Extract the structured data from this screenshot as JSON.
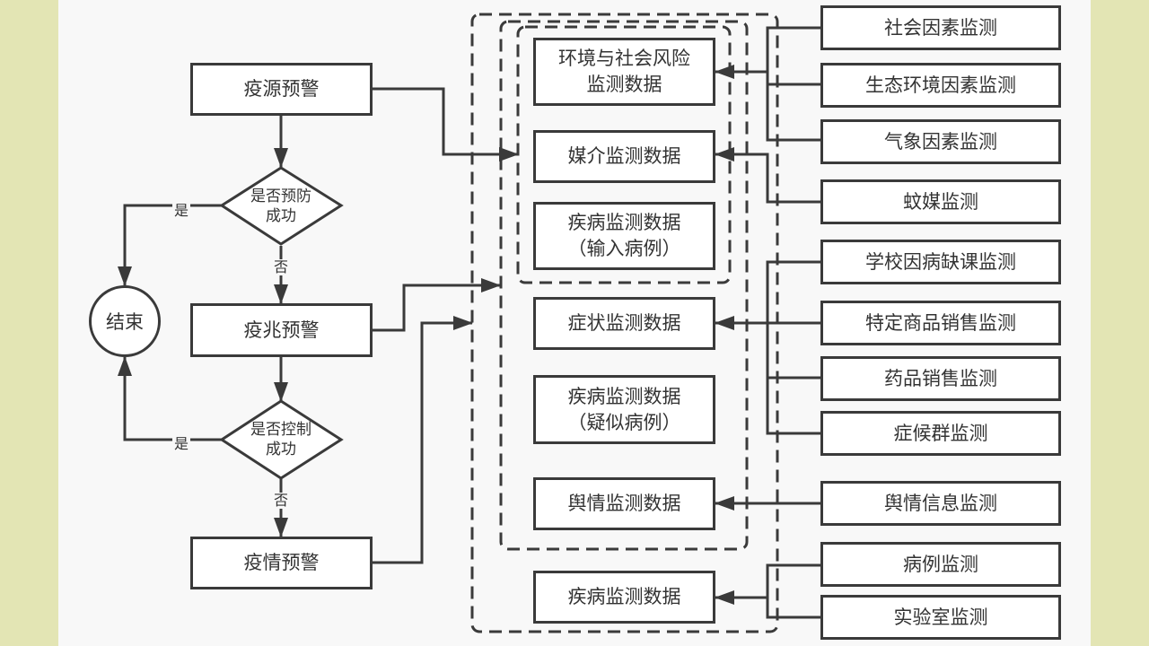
{
  "flow": {
    "source_warning": "疫源预警",
    "decision_prevent": [
      "是否预防",
      "成功"
    ],
    "sign_warning": "疫兆预警",
    "decision_control": [
      "是否控制",
      "成功"
    ],
    "epidemic_warning": "疫情预警",
    "end": "结束",
    "yes": "是",
    "no": "否"
  },
  "data_boxes": {
    "env_social": [
      "环境与社会风险",
      "监测数据"
    ],
    "vector": "媒介监测数据",
    "disease_imported": [
      "疾病监测数据",
      "（输入病例）"
    ],
    "symptom": "症状监测数据",
    "disease_suspected": [
      "疾病监测数据",
      "（疑似病例）"
    ],
    "public_opinion": "舆情监测数据",
    "disease": "疾病监测数据"
  },
  "sources": [
    "社会因素监测",
    "生态环境因素监测",
    "气象因素监测",
    "蚊媒监测",
    "学校因病缺课监测",
    "特定商品销售监测",
    "药品销售监测",
    "症候群监测",
    "舆情信息监测",
    "病例监测",
    "实验室监测"
  ],
  "colors": {
    "line": "#3a3a3a",
    "background": "#f8f8f8",
    "side_panel": "#e3e5b4"
  }
}
